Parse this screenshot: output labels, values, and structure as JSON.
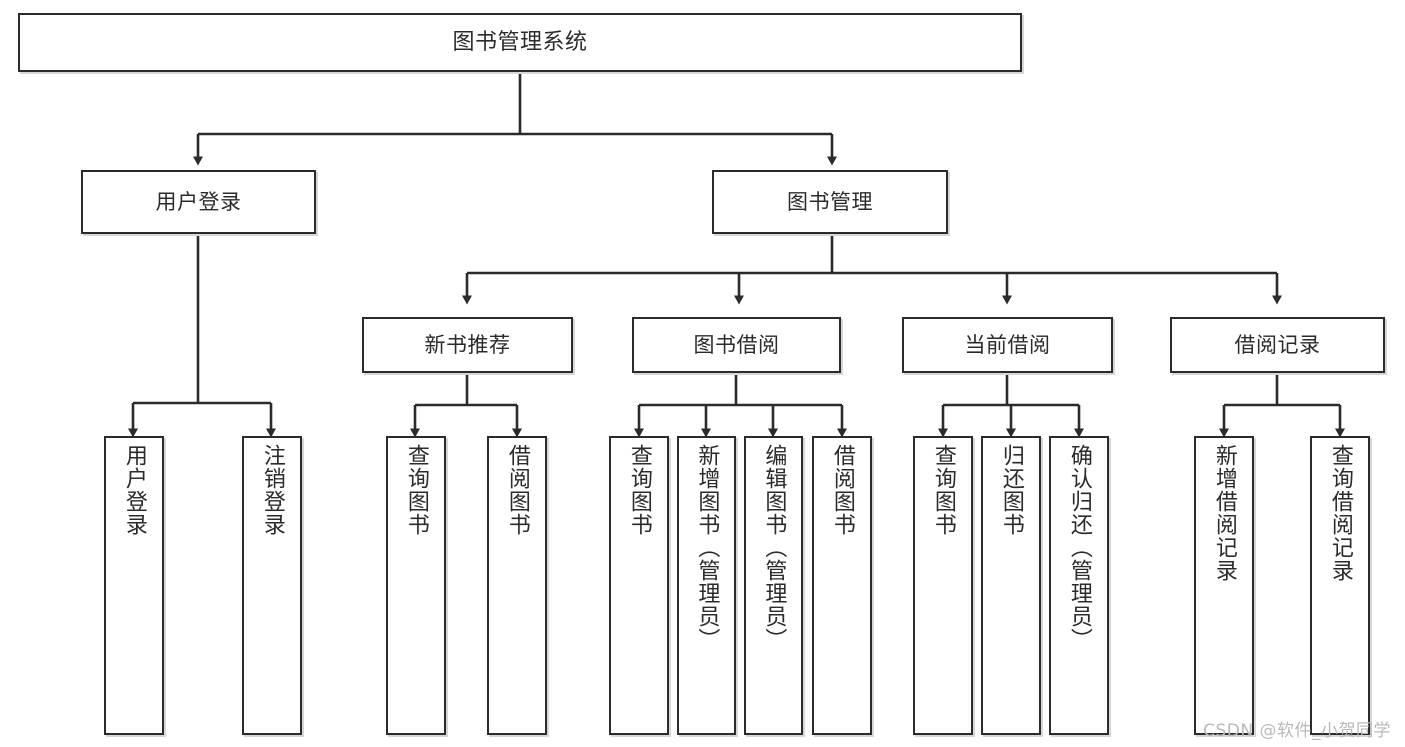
{
  "diagram": {
    "title": "图书管理系统",
    "watermark": "CSDN @软件_小贺同学",
    "colors": {
      "border": "#2b2b2b",
      "shadow": "#d7d7d7",
      "background": "#ffffff",
      "text": "#2b2b2b",
      "watermark": "#b9b9b9"
    },
    "root": {
      "label": "图书管理系统"
    },
    "level2": [
      {
        "id": "user-login",
        "label": "用户登录"
      },
      {
        "id": "book-manage",
        "label": "图书管理"
      }
    ],
    "level3": [
      {
        "id": "new-book-recommend",
        "label": "新书推荐"
      },
      {
        "id": "book-borrow",
        "label": "图书借阅"
      },
      {
        "id": "current-borrow",
        "label": "当前借阅"
      },
      {
        "id": "borrow-record",
        "label": "借阅记录"
      }
    ],
    "leaves": {
      "user_login": [
        {
          "id": "leaf-user-login",
          "label": "用户登录"
        },
        {
          "id": "leaf-logout",
          "label": "注销登录"
        }
      ],
      "new_book_recommend": [
        {
          "id": "leaf-query-book-1",
          "label": "查询图书"
        },
        {
          "id": "leaf-borrow-book-1",
          "label": "借阅图书"
        }
      ],
      "book_borrow": [
        {
          "id": "leaf-query-book-2",
          "label": "查询图书"
        },
        {
          "id": "leaf-add-book",
          "label": "新增图书（管理员）"
        },
        {
          "id": "leaf-edit-book",
          "label": "编辑图书（管理员）"
        },
        {
          "id": "leaf-borrow-book-2",
          "label": "借阅图书"
        }
      ],
      "current_borrow": [
        {
          "id": "leaf-query-book-3",
          "label": "查询图书"
        },
        {
          "id": "leaf-return-book",
          "label": "归还图书"
        },
        {
          "id": "leaf-confirm-return",
          "label": "确认归还（管理员）"
        }
      ],
      "borrow_record": [
        {
          "id": "leaf-add-record",
          "label": "新增借阅记录"
        },
        {
          "id": "leaf-query-record",
          "label": "查询借阅记录"
        }
      ]
    }
  }
}
